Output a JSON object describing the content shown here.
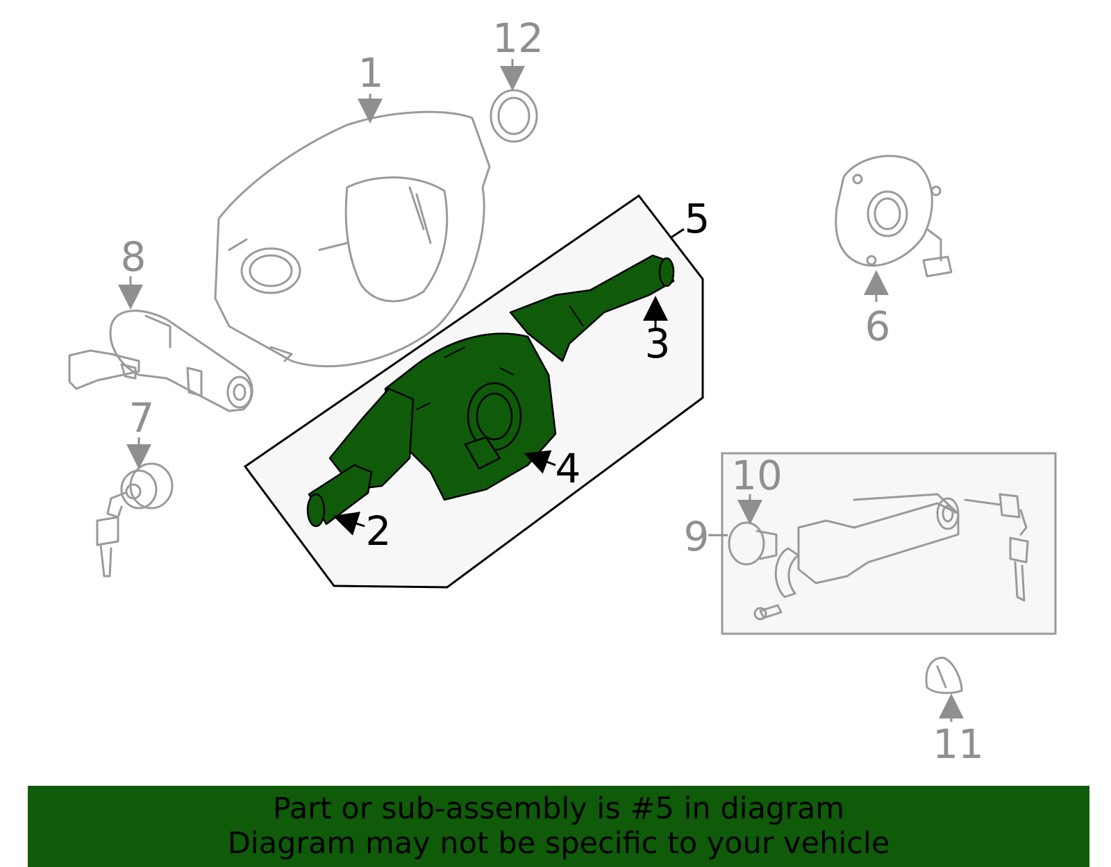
{
  "diagram": {
    "callouts": {
      "c1": "1",
      "c2": "2",
      "c3": "3",
      "c4": "4",
      "c5": "5",
      "c6": "6",
      "c7": "7",
      "c8": "8",
      "c9": "9",
      "c10": "10",
      "c11": "11",
      "c12": "12"
    },
    "highlight_part": "5",
    "colors": {
      "highlight": "#0f5b0a",
      "parts_outline": "#9a9a9a",
      "group_box_fill": "#f7f7f7"
    }
  },
  "banner": {
    "line1": "Part or sub-assembly is #5 in diagram",
    "line2": "Diagram may not be specific to your vehicle"
  }
}
